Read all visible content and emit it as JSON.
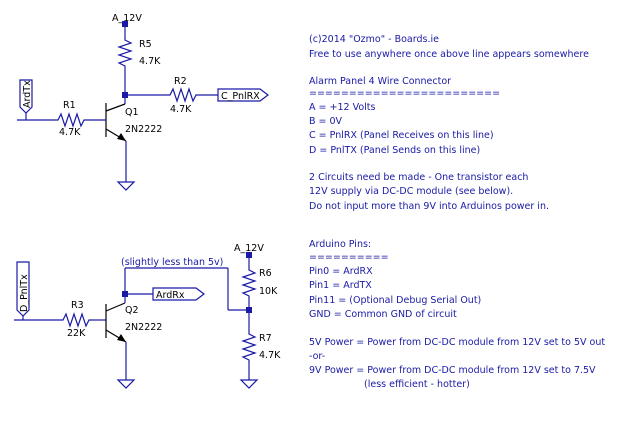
{
  "labels": {
    "a12v_top": "A_12V",
    "a12v_bottom": "A_12V",
    "r5_name": "R5",
    "r5_value": "4.7K",
    "r2_name": "R2",
    "r2_value": "4.7K",
    "r1_name": "R1",
    "r1_value": "4.7K",
    "q1_name": "Q1",
    "q1_part": "2N2222",
    "c_pnlrx": "C_PnlRX",
    "ardtx": "ArdTx",
    "d_pnltx": "D_PnlTx",
    "r3_name": "R3",
    "r3_value": "22K",
    "q2_name": "Q2",
    "q2_part": "2N2222",
    "ardrx": "ArdRx",
    "slightly": "(slightly less than 5v)",
    "r6_name": "R6",
    "r6_value": "10K",
    "r7_name": "R7",
    "r7_value": "4.7K"
  },
  "notes": [
    "(c)2014 \"Ozmo\" - Boards.ie",
    "Free to use anywhere once above line appears somewhere",
    "Alarm Panel 4 Wire Connector",
    "========================",
    "A = +12 Volts",
    "B = 0V",
    "C = PnlRX (Panel Receives on this line)",
    "D = PnlTX (Panel Sends on this line)",
    "2 Circuits need be made - One transistor each",
    "12V supply via DC-DC module (see below).",
    "Do not input more than 9V into Arduinos power in.",
    "Arduino Pins:",
    "==========",
    "Pin0 = ArdRX",
    "Pin1 = ArdTX",
    "Pin11 = (Optional Debug Serial Out)",
    "GND = Common GND of circuit",
    "5V Power = Power from DC-DC module from 12V set to 5V out",
    "-or-",
    "9V Power = Power from DC-DC module from 12V set to 7.5V",
    "(less efficient - hotter)"
  ]
}
